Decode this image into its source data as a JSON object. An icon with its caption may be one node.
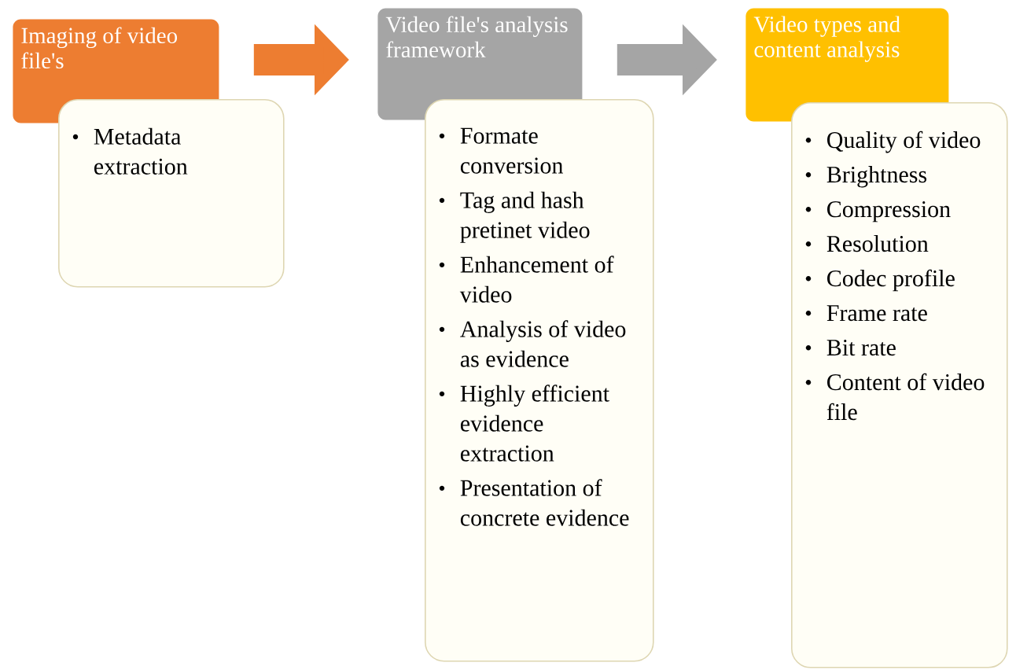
{
  "diagram": {
    "nodes": [
      {
        "text": [
          "Imaging  of video file's"
        ]
      },
      {
        "text": [
          "Metadata extraction"
        ]
      },
      {
        "text": [
          "Video file's analysis framework"
        ]
      },
      {
        "text": [
          "Formate conversion",
          "Tag and hash pretinet video",
          "Enhancement of video",
          "Analysis of video as evidence",
          "Highly efficient evidence extraction",
          "Presentation of concrete evidence"
        ]
      },
      {
        "text": [
          "Video types and content analysis"
        ]
      },
      {
        "text": [
          "Quality of video",
          "Brightness",
          "Compression",
          "Resolution",
          "Codec profile",
          "Frame rate",
          "Bit rate",
          "Content of video file"
        ]
      }
    ],
    "edges": [
      {
        "from": 0,
        "to": 2,
        "arrow": "to",
        "color": "#ed7d31"
      },
      {
        "from": 2,
        "to": 4,
        "arrow": "to",
        "color": "#a5a5a5"
      }
    ]
  }
}
